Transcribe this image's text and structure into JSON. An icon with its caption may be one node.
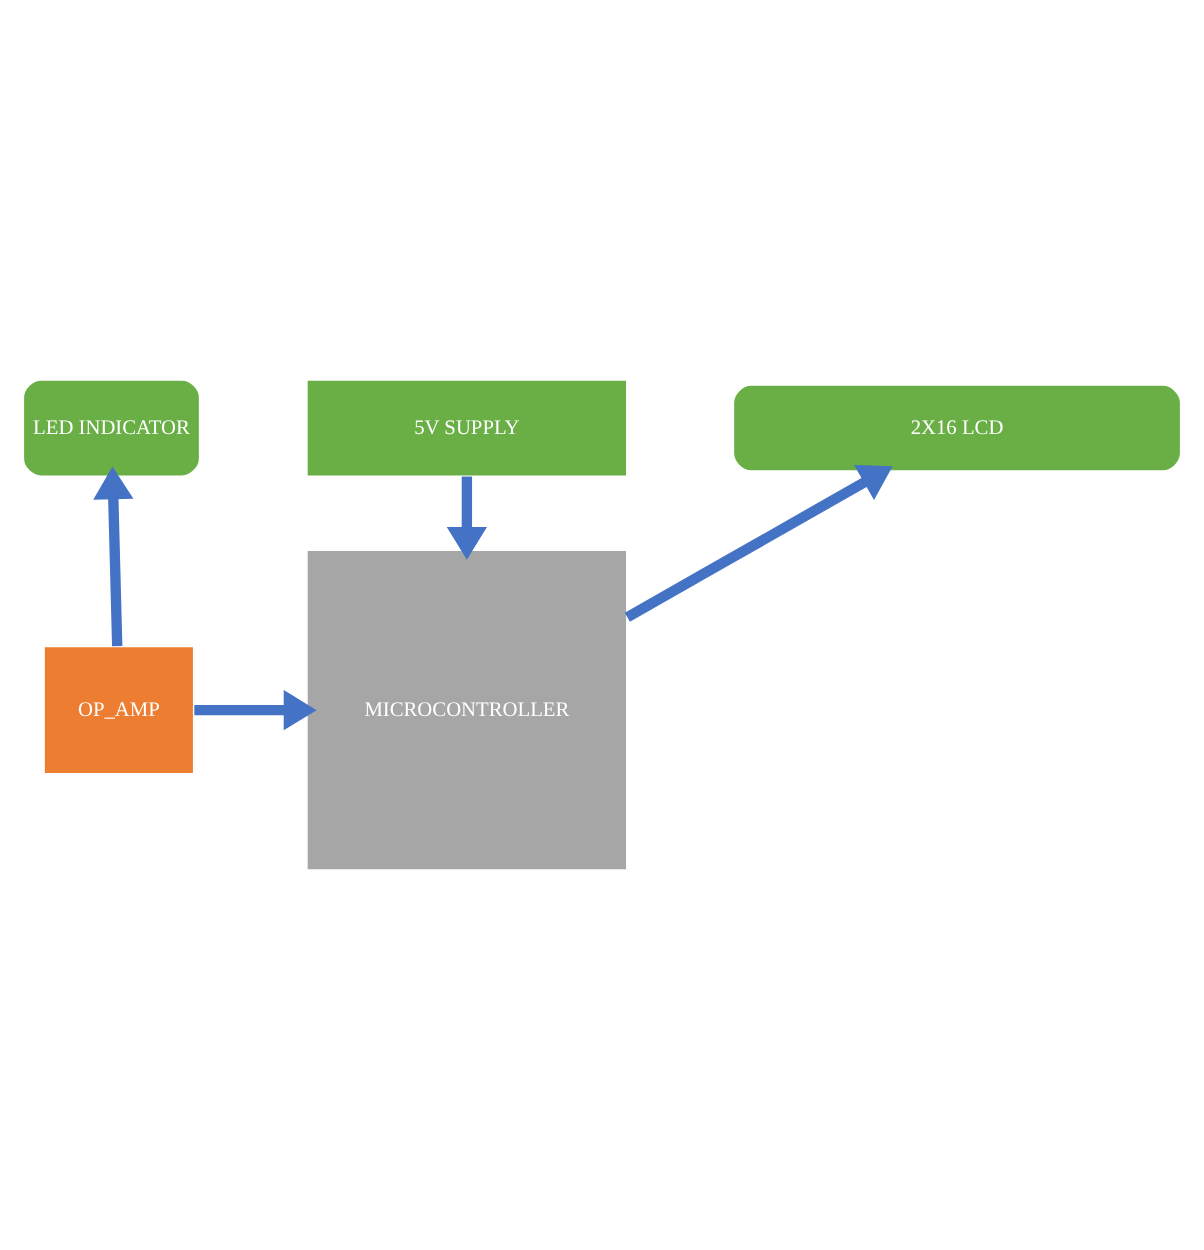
{
  "diagram": {
    "nodes": [
      {
        "text": [
          "2X16 LCD"
        ]
      },
      {
        "text": [
          "OP_AMP"
        ]
      },
      {
        "text": [
          "MICROCONTROLLER"
        ]
      },
      {
        "text": [
          "LED INDICATOR"
        ]
      },
      {
        "text": [
          "5V SUPPLY"
        ]
      }
    ],
    "edges": [
      {
        "from": 2,
        "to": 0,
        "arrow": "to"
      },
      {
        "from": 1,
        "to": 2,
        "arrow": "to"
      },
      {
        "from": 1,
        "to": 3,
        "arrow": "to"
      },
      {
        "from": 4,
        "to": 2,
        "arrow": "to"
      }
    ]
  }
}
